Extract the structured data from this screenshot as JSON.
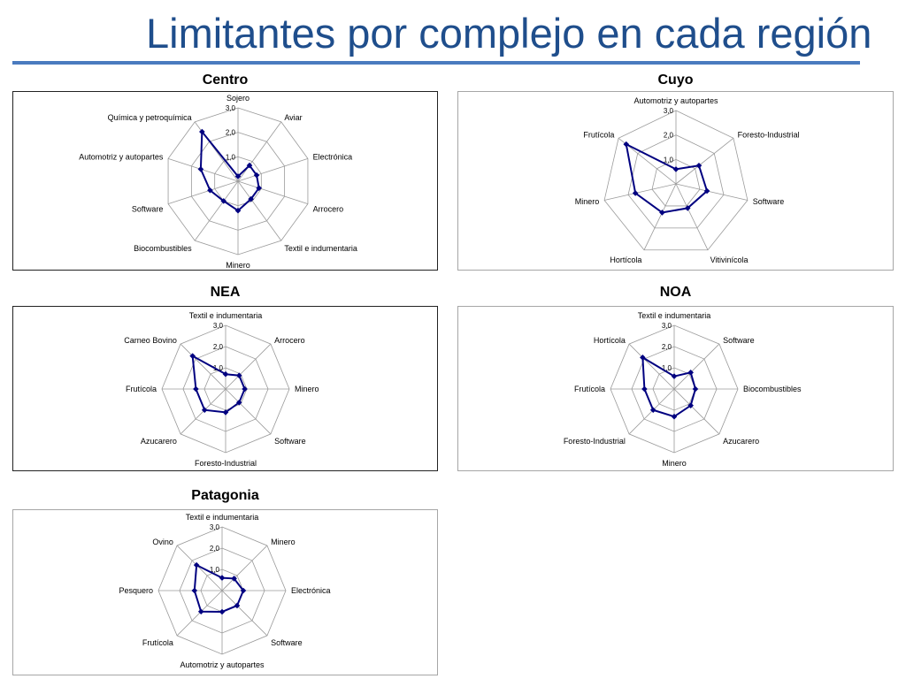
{
  "slide": {
    "title": "Limitantes por complejo en cada región"
  },
  "chart_data": [
    {
      "type": "radar",
      "title": "Centro",
      "categories": [
        "Sojero",
        "Aviar",
        "Electrónica",
        "Arrocero",
        "Textil e indumentaria",
        "Minero",
        "Biocombustibles",
        "Software",
        "Automotriz y autopartes",
        "Química y petroquímica"
      ],
      "values": [
        0.2,
        0.8,
        0.8,
        0.9,
        0.9,
        1.2,
        1.0,
        1.2,
        1.6,
        2.5
      ],
      "ticks": [
        "1,0",
        "2,0",
        "3,0"
      ],
      "rlim": [
        0,
        3
      ],
      "color": "#000080"
    },
    {
      "type": "radar",
      "title": "Cuyo",
      "categories": [
        "Automotriz y autopartes",
        "Foresto-Industrial",
        "Software",
        "Vitivinícola",
        "Hortícola",
        "Minero",
        "Frutícola"
      ],
      "values": [
        0.6,
        1.2,
        1.3,
        1.1,
        1.3,
        1.7,
        2.6
      ],
      "ticks": [
        "1,0",
        "2,0",
        "3,0"
      ],
      "rlim": [
        0,
        3
      ],
      "color": "#000080"
    },
    {
      "type": "radar",
      "title": "NEA",
      "categories": [
        "Textil e indumentaria",
        "Arrocero",
        "Minero",
        "Software",
        "Foresto-Industrial",
        "Azucarero",
        "Frutícola",
        "Carneo Bovino"
      ],
      "values": [
        0.7,
        0.9,
        0.9,
        0.9,
        1.1,
        1.4,
        1.4,
        2.2
      ],
      "ticks": [
        "1,0",
        "2,0",
        "3,0"
      ],
      "rlim": [
        0,
        3
      ],
      "color": "#000080"
    },
    {
      "type": "radar",
      "title": "NOA",
      "categories": [
        "Textil e indumentaria",
        "Software",
        "Biocombustibles",
        "Azucarero",
        "Minero",
        "Foresto-Industrial",
        "Frutícola",
        "Hortícola"
      ],
      "values": [
        0.6,
        1.1,
        1.0,
        1.1,
        1.3,
        1.4,
        1.4,
        2.1
      ],
      "ticks": [
        "1,0",
        "2,0",
        "3,0"
      ],
      "rlim": [
        0,
        3
      ],
      "color": "#000080"
    },
    {
      "type": "radar",
      "title": "Patagonia",
      "categories": [
        "Textil e indumentaria",
        "Minero",
        "Electrónica",
        "Software",
        "Automotriz y autopartes",
        "Frutícola",
        "Pesquero",
        "Ovino"
      ],
      "values": [
        0.6,
        0.8,
        1.0,
        1.0,
        1.0,
        1.4,
        1.3,
        1.7
      ],
      "ticks": [
        "1,0",
        "2,0",
        "3,0"
      ],
      "rlim": [
        0,
        3
      ],
      "color": "#000080"
    }
  ]
}
